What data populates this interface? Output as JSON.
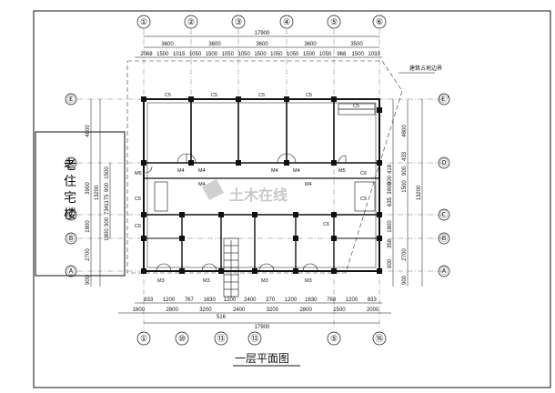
{
  "drawing": {
    "title": "一层平面图",
    "neighbor_label_chars": [
      "老",
      "住",
      "宅",
      "楼"
    ],
    "boundary_note": "建筑占地边界",
    "watermark": "土木在线"
  },
  "axes": {
    "top": [
      "①",
      "②",
      "③",
      "④",
      "⑤",
      "⑥"
    ],
    "bottom": [
      "①",
      "⑩",
      "⑬",
      "⑬",
      "⑤",
      "⑯"
    ],
    "left": [
      "Ⓔ",
      "Ⓓ",
      "Ⓒ",
      "Ⓑ",
      "Ⓐ"
    ],
    "right": [
      "Ⓔ'",
      "Ⓓ",
      "Ⓒ",
      "Ⓑ",
      "Ⓐ"
    ]
  },
  "dimensions": {
    "top_total": "17900",
    "top_bays": [
      "3600",
      "3600",
      "3600",
      "3600",
      "3500"
    ],
    "top_detail": [
      "2068",
      "1500",
      "1015",
      "1050",
      "1500",
      "1050",
      "1050",
      "1500",
      "1050",
      "1050",
      "1500",
      "1050",
      "968",
      "1500",
      "1033"
    ],
    "bottom_detail": [
      "833",
      "1200",
      "767",
      "1630",
      "1200",
      "2400",
      "370",
      "1200",
      "1630",
      "768",
      "1200",
      "833"
    ],
    "bottom_bays": [
      "1600",
      "2800",
      "3200",
      "2400",
      "3200",
      "2800",
      "1500",
      "2000"
    ],
    "bottom_extra": "516",
    "bottom_total": "17900",
    "left_outer": [
      "4800",
      "3900",
      "1800",
      "2700",
      "900"
    ],
    "left_inner": [
      "1500",
      "900",
      "1175",
      "734"
    ],
    "left_total": "13200",
    "left_small": [
      "900",
      "1800"
    ],
    "right_outer": [
      "4800",
      "433",
      "900",
      "1500",
      "2700",
      "900"
    ],
    "right_inner": [
      "3900",
      "418",
      "900",
      "635",
      "1800",
      "358",
      "900"
    ],
    "right_total": "13200"
  },
  "rooms": {
    "windows_top": [
      "C5",
      "C5",
      "C5",
      "C5",
      "C5"
    ],
    "doors_mid": [
      "M4",
      "M4",
      "M4",
      "M4",
      "M5"
    ],
    "corridor_doors": [
      "M4",
      "M4"
    ],
    "left_wing": [
      "M6",
      "C5",
      "C6"
    ],
    "right_wing": [
      "C6",
      "C5",
      "C6"
    ],
    "doors_bottom": [
      "M3",
      "M3",
      "M3",
      "M3"
    ]
  }
}
